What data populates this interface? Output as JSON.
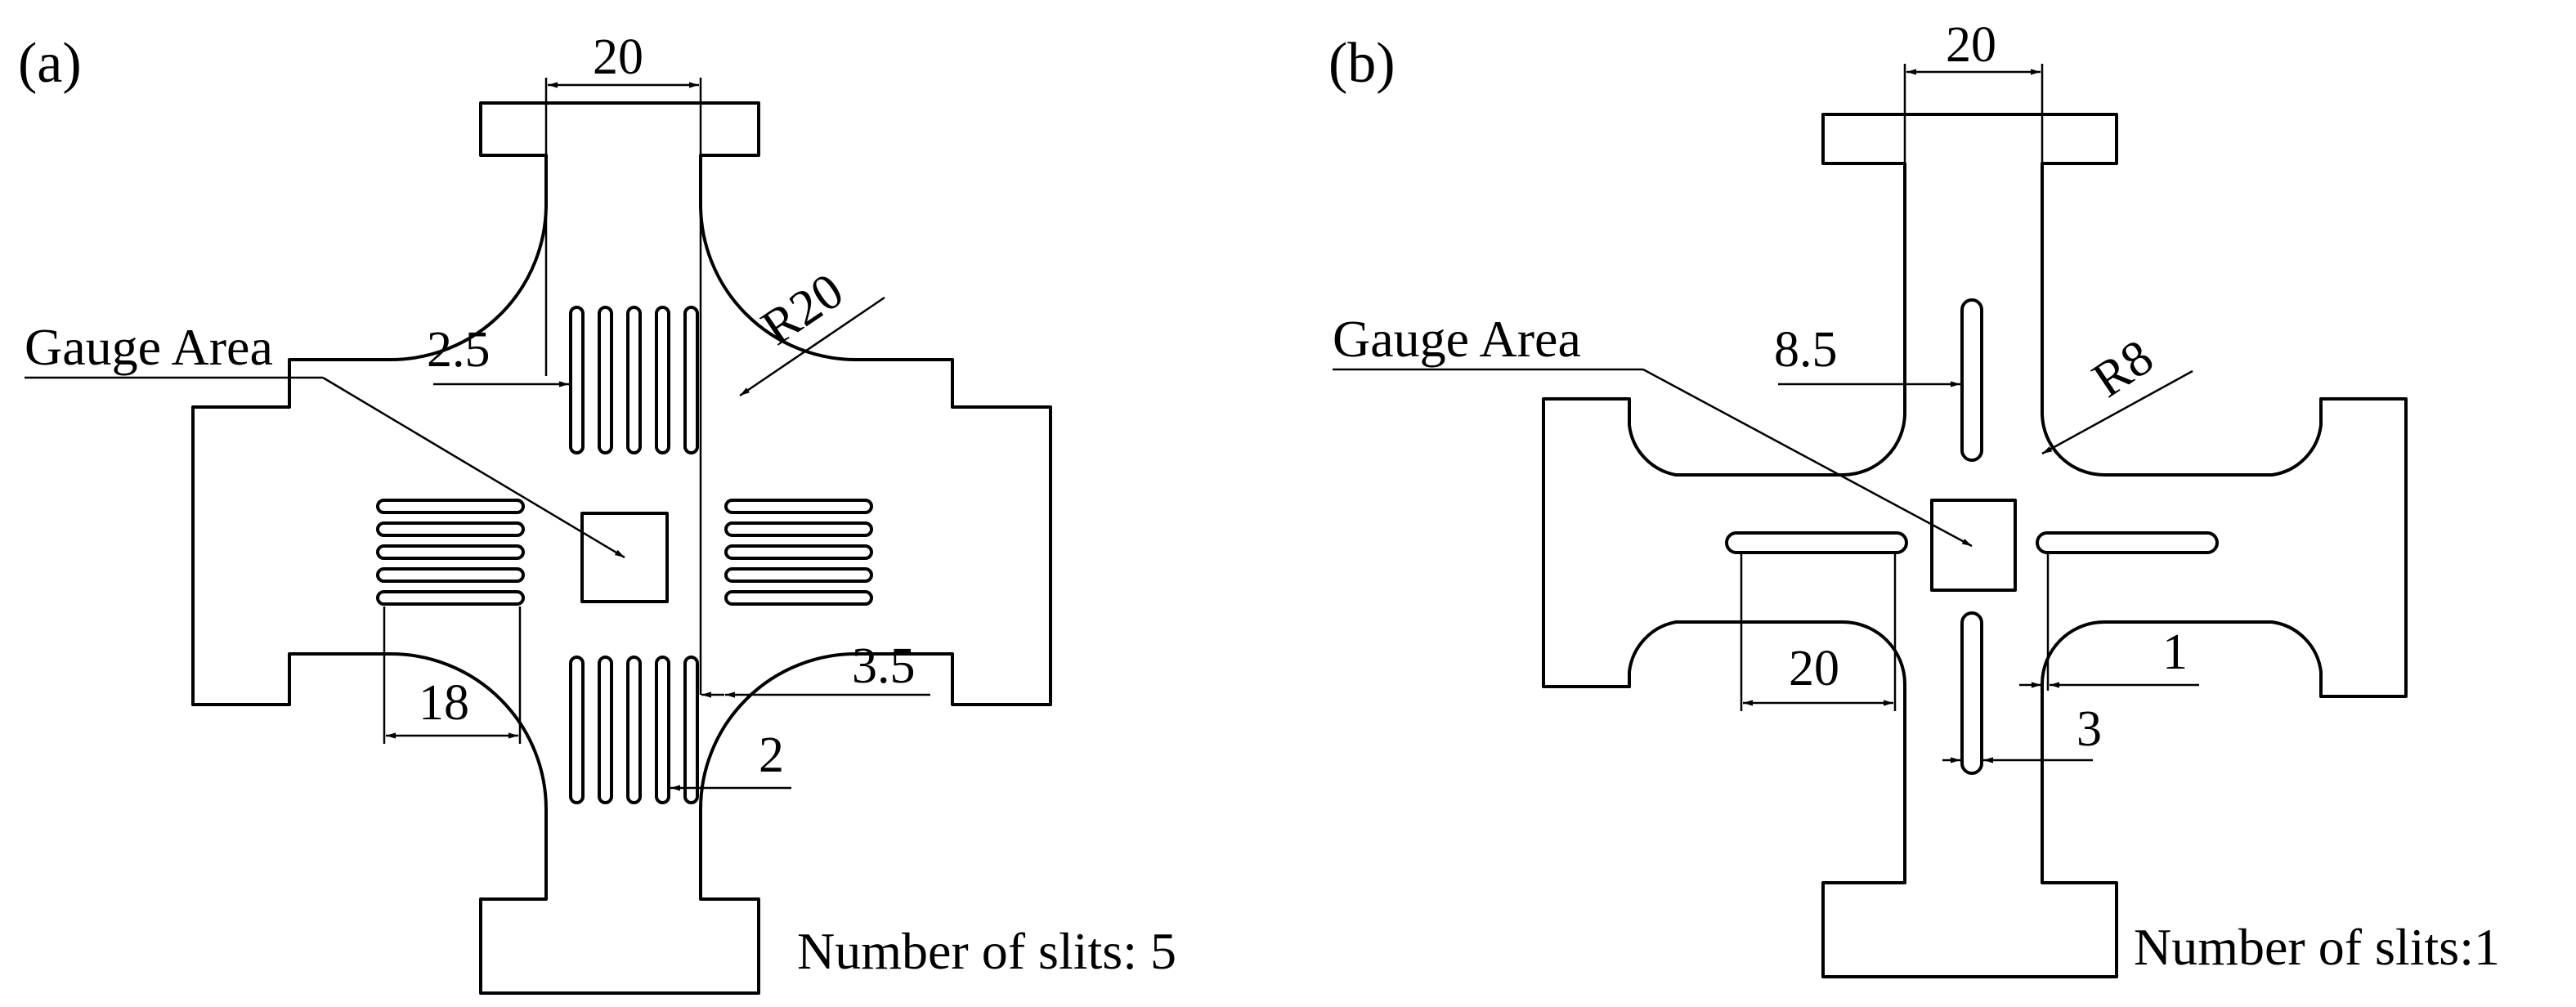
{
  "panel_a": {
    "label": "(a)",
    "gauge_label": "Gauge Area",
    "dims": {
      "top_width": "20",
      "slit_gap": "2.5",
      "radius": "R20",
      "slit_length": "18",
      "edge_offset": "3.5",
      "slit_width": "2"
    },
    "slits_caption": "Number of slits: 5"
  },
  "panel_b": {
    "label": "(b)",
    "gauge_label": "Gauge Area",
    "dims": {
      "top_width": "20",
      "slit_gap": "8.5",
      "radius": "R8",
      "slit_length": "20",
      "edge_offset": "1",
      "slit_width": "3"
    },
    "slits_caption": "Number of slits:1"
  }
}
